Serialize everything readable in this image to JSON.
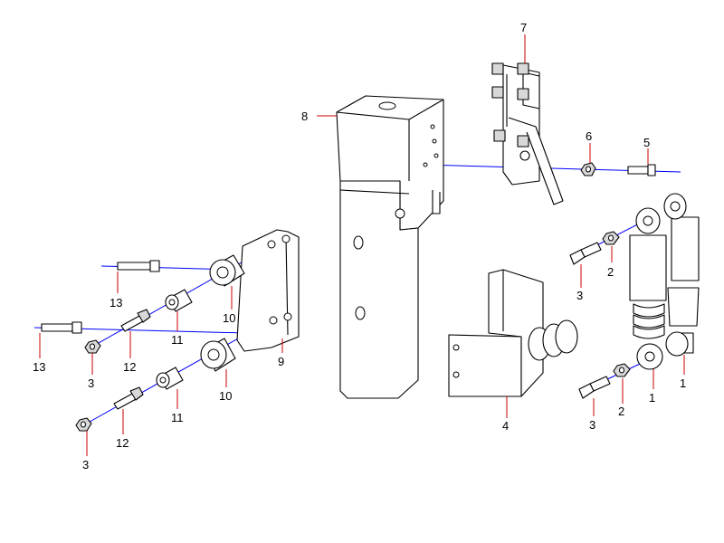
{
  "callouts": {
    "c1a": "1",
    "c1b": "1",
    "c2a": "2",
    "c2b": "2",
    "c3a": "3",
    "c3b": "3",
    "c3c": "3",
    "c3d": "3",
    "c4": "4",
    "c5": "5",
    "c6": "6",
    "c7": "7",
    "c8": "8",
    "c9": "9",
    "c10a": "10",
    "c10b": "10",
    "c11a": "11",
    "c11b": "11",
    "c12a": "12",
    "c12b": "12",
    "c13a": "13",
    "c13b": "13"
  },
  "colors": {
    "axis": "#0000ff",
    "leader": "#cc0000",
    "line": "#000000"
  }
}
